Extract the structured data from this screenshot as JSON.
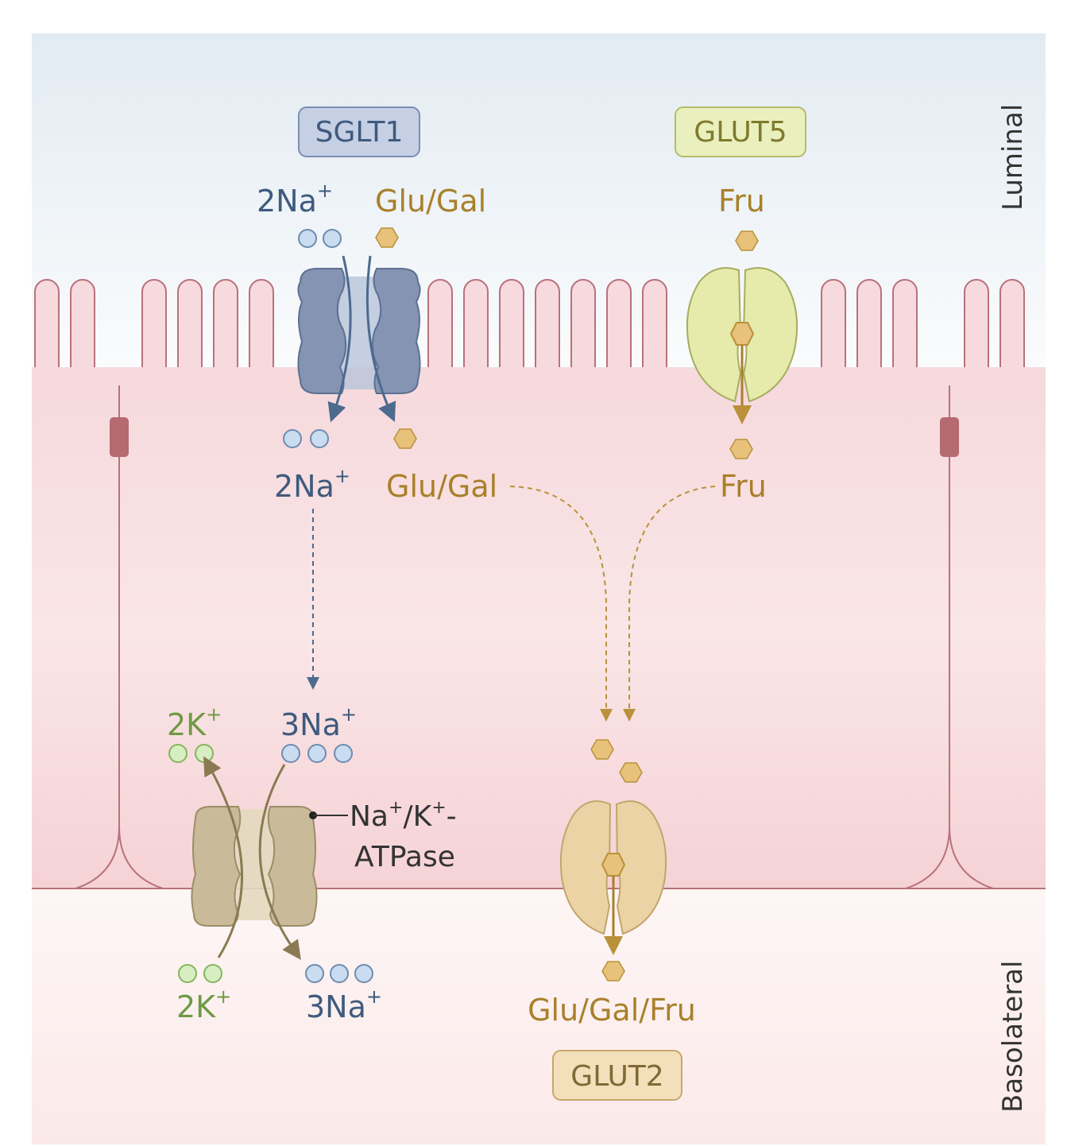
{
  "regions": {
    "luminal": "Luminal",
    "basolateral": "Basolateral"
  },
  "transporters": {
    "sglt1": "SGLT1",
    "glut5": "GLUT5",
    "glut2": "GLUT2",
    "nak_atpase": {
      "line1_a": "Na",
      "sup1": "+",
      "line1_b": "/K",
      "sup2": "+",
      "line1_c": "-",
      "line2": "ATPase"
    }
  },
  "substrates": {
    "sodium_2": {
      "base": "2Na",
      "sup": "+"
    },
    "sodium_3": {
      "base": "3Na",
      "sup": "+"
    },
    "potassium_2": {
      "base": "2K",
      "sup": "+"
    },
    "glu_gal": "Glu/Gal",
    "fru": "Fru",
    "glu_gal_fru": "Glu/Gal/Fru"
  },
  "colors": {
    "sodium": "#3f5a7e",
    "sodium_dot_fill": "#c9dcf0",
    "potassium": "#6f9a44",
    "potassium_dot_fill": "#d7eec2",
    "sugar": "#a9802a",
    "sugar_fill": "#e8c27a",
    "sglt1_body": "#8494b2",
    "glut5_body": "#e6eaaa",
    "glut2_body": "#ecd3a5",
    "atpase_body": "#c9bb9a",
    "cell": "#f7dadd",
    "membrane": "#b8727b",
    "lumen_top": "#e4edf4"
  }
}
